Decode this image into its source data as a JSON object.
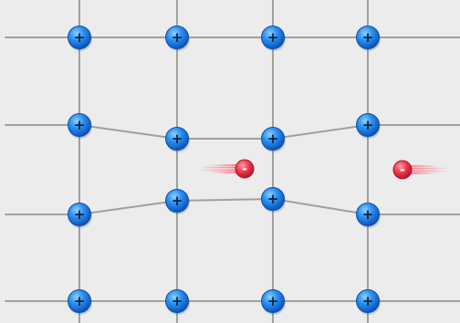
{
  "diagram": {
    "colors": {
      "background": "#ececec",
      "lattice_line": "#a0a0a0",
      "ion_fill": "#1f86ea",
      "ion_ring": "#0b4fb4",
      "ion_symbol": "#0a1f4a",
      "electron_fill": "#ee3a4c",
      "electron_ring": "#b5122a",
      "electron_symbol": "#ffffff",
      "trail": "#ff5a6a"
    },
    "ion_symbol": "+",
    "electron_symbol": "-",
    "ion_rows": [
      {
        "name": "row-1",
        "ions": [
          "+",
          "+",
          "+",
          "+"
        ]
      },
      {
        "name": "row-2",
        "ions": [
          "+",
          "+",
          "+",
          "+"
        ]
      },
      {
        "name": "row-3",
        "ions": [
          "+",
          "+",
          "+",
          "+"
        ]
      },
      {
        "name": "row-4",
        "ions": [
          "+",
          "+",
          "+",
          "+"
        ]
      }
    ],
    "electrons": [
      {
        "name": "electron-center",
        "symbol": "-"
      },
      {
        "name": "electron-right",
        "symbol": "-"
      }
    ]
  }
}
